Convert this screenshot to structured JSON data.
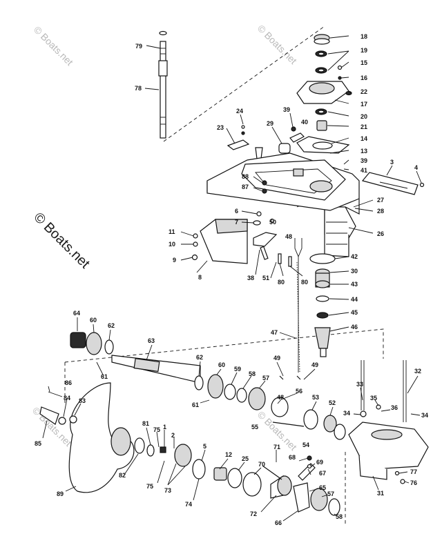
{
  "watermarks": [
    "© Boats.net",
    "© Boats.net",
    "© Boats.net",
    "© Boats.net",
    "© Boats.net"
  ],
  "callouts": [
    "79",
    "78",
    "18",
    "19",
    "15",
    "16",
    "22",
    "17",
    "20",
    "21",
    "14",
    "13",
    "39",
    "41",
    "3",
    "4",
    "24",
    "23",
    "39",
    "40",
    "29",
    "88",
    "87",
    "27",
    "28",
    "26",
    "6",
    "7",
    "50",
    "11",
    "10",
    "9",
    "8",
    "48",
    "38",
    "51",
    "80",
    "80",
    "42",
    "30",
    "43",
    "44",
    "45",
    "46",
    "47",
    "64",
    "60",
    "62",
    "63",
    "61",
    "62",
    "60",
    "59",
    "58",
    "57",
    "49",
    "49",
    "56",
    "48",
    "53",
    "52",
    "33",
    "32",
    "35",
    "36",
    "34",
    "34",
    "86",
    "84",
    "83",
    "85",
    "89",
    "82",
    "81",
    "75",
    "1",
    "2",
    "61",
    "55",
    "54",
    "5",
    "12",
    "25",
    "70",
    "71",
    "68",
    "69",
    "67",
    "65",
    "57",
    "58",
    "72",
    "66",
    "73",
    "74",
    "75",
    "77",
    "76",
    "31"
  ]
}
